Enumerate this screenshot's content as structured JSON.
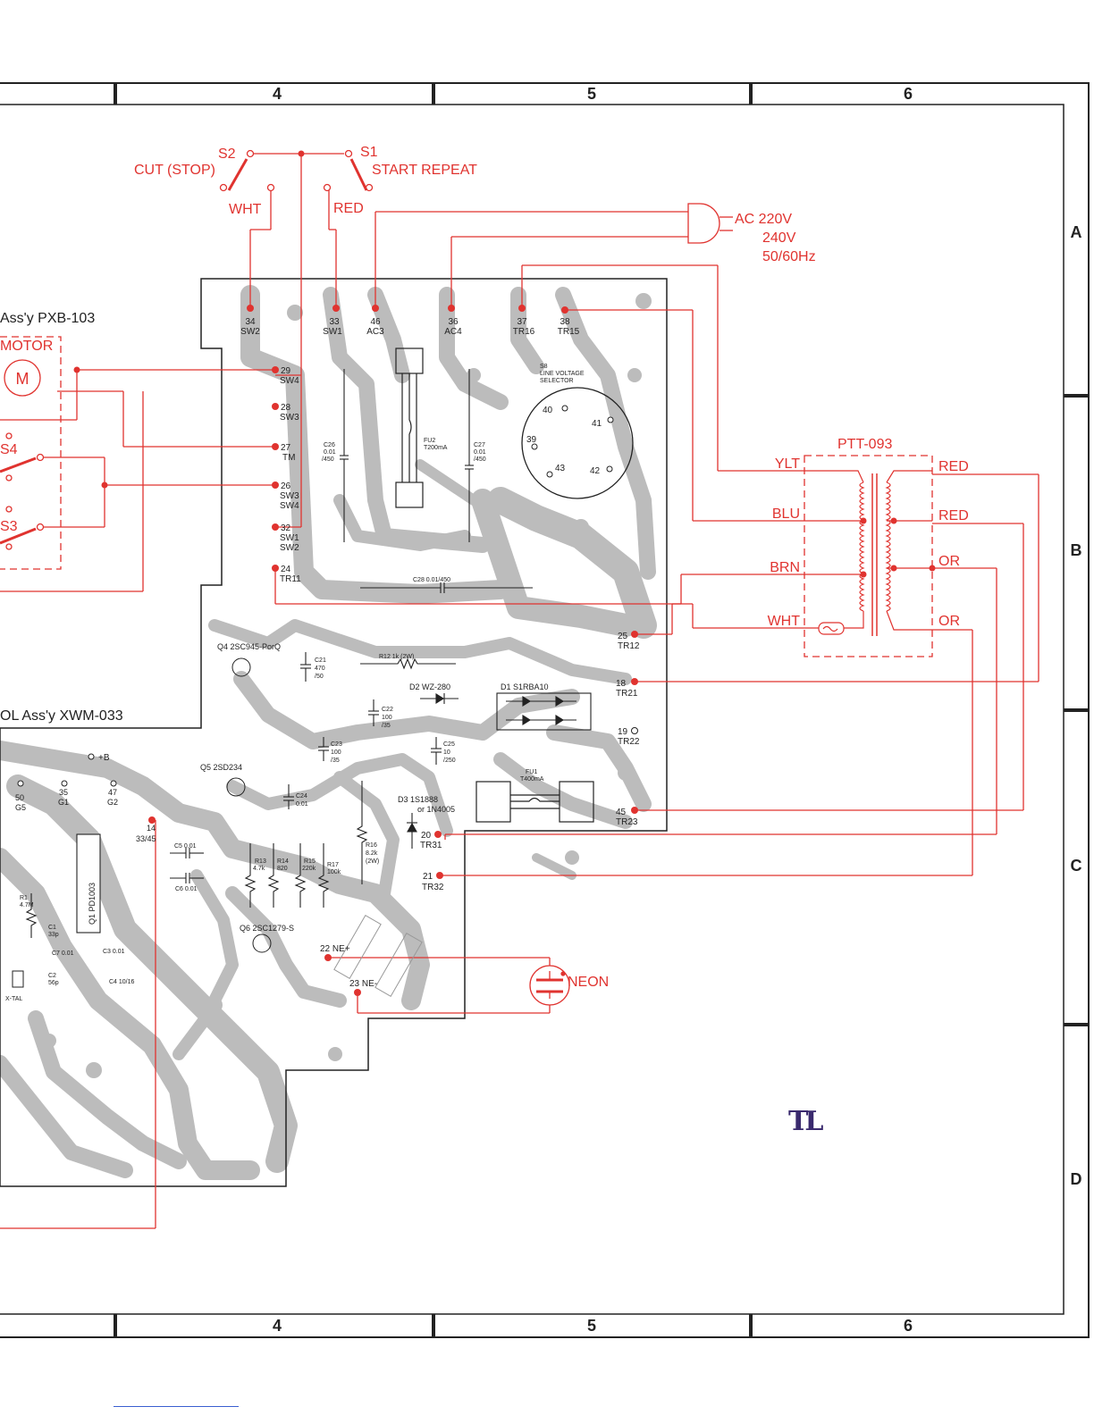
{
  "colors": {
    "wire": "#e0332f",
    "pcb": "#bcbcbc",
    "frame": "#222222",
    "signature": "#3a2a6e"
  },
  "frame": {
    "columns": [
      "4",
      "5",
      "6"
    ],
    "rows": [
      "A",
      "B",
      "C",
      "D"
    ]
  },
  "switches": {
    "s2": "S2",
    "s2_label": "CUT (STOP)",
    "s1": "S1",
    "s1_label": "START REPEAT",
    "wht": "WHT",
    "red": "RED"
  },
  "ac": {
    "line1": "AC 220V",
    "line2": "240V",
    "line3": "50/60Hz"
  },
  "left_panel": {
    "assy": "Ass'y PXB-103",
    "motor": "MOTOR",
    "m": "M",
    "s4": "S4",
    "s3": "S3",
    "control": "OL Ass'y XWM-033"
  },
  "top_pins": [
    {
      "num": "34",
      "name": "SW2"
    },
    {
      "num": "33",
      "name": "SW1"
    },
    {
      "num": "46",
      "name": "AC3"
    },
    {
      "num": "36",
      "name": "AC4"
    },
    {
      "num": "37",
      "name": "TR16"
    },
    {
      "num": "38",
      "name": "TR15"
    }
  ],
  "left_pins": [
    {
      "num": "29",
      "name": "SW4"
    },
    {
      "num": "28",
      "name": "SW3"
    },
    {
      "num": "27",
      "name": "TM"
    },
    {
      "num": "26",
      "name": "SW3",
      "name2": "SW4"
    },
    {
      "num": "32",
      "name": "SW1",
      "name2": "SW2"
    },
    {
      "num": "24",
      "name": "TR11"
    }
  ],
  "right_pins": [
    {
      "num": "25",
      "name": "TR12"
    },
    {
      "num": "18",
      "name": "TR21"
    },
    {
      "num": "19",
      "name": "TR22"
    },
    {
      "num": "45",
      "name": "TR23"
    },
    {
      "num": "20",
      "name": "TR31"
    },
    {
      "num": "21",
      "name": "TR32"
    }
  ],
  "selector": {
    "title1": "S8",
    "title2": "LINE VOLTAGE",
    "title3": "SELECTOR",
    "p40": "40",
    "p41": "41",
    "p39": "39",
    "p43": "43",
    "p42": "42"
  },
  "components": {
    "fu2": "FU2",
    "fu2v": "T200mA",
    "c26": "C26",
    "c26a": "0.01",
    "c26b": "/450",
    "c27": "C27",
    "c27a": "0.01",
    "c27b": "/450",
    "c28": "C28 0.01/450",
    "q4": "Q4 2SC945-PorQ",
    "c21": "C21",
    "c21a": "470",
    "c21b": "/50",
    "r12": "R12 1k (2W)",
    "d2": "D2 WZ-280",
    "d1": "D1 S1RBA10",
    "c22": "C22",
    "c22a": "100",
    "c22b": "/35",
    "c23": "C23",
    "c23a": "100",
    "c23b": "/35",
    "c25": "C25",
    "c25a": "10",
    "c25b": "/250",
    "q5": "Q5 2SD234",
    "c24": "C24",
    "c24a": "0.01",
    "fu1": "FU1",
    "fu1v": "T400mA",
    "d3": "D3 1S1888",
    "d3b": "or 1N4005",
    "r16": "R16",
    "r16a": "8.2k",
    "r16b": "(2W)",
    "r13": "R13",
    "r13a": "4.7k",
    "r14": "R14",
    "r14a": "820",
    "r15": "R15",
    "r15a": "220k",
    "r17": "R17",
    "r17a": "100k",
    "q6": "Q6 2SC1279-S",
    "c5": "C5 0.01",
    "c6": "C6 0.01",
    "q1": "Q1 PD1003",
    "r1": "R1",
    "r1a": "4.7M",
    "c1": "C1",
    "c1a": "33p",
    "c7": "C7 0.01",
    "c3": "C3 0.01",
    "c4": "C4 10/16",
    "c2": "C2",
    "c2a": "56p",
    "xtal": "X-TAL",
    "plusb": "+B",
    "p50": "50",
    "g5": "G5",
    "p35": "35",
    "g1": "G1",
    "p47": "47",
    "g2": "G2",
    "p14": "14",
    "p3345": "33/45",
    "ne_plus": "22 NE+",
    "ne_minus": "23 NE-"
  },
  "transformer": {
    "name": "PTT-093",
    "left": [
      "YLT",
      "BLU",
      "BRN",
      "WHT"
    ],
    "right": [
      "RED",
      "RED",
      "OR",
      "OR"
    ]
  },
  "neon": "NEON",
  "signature": "TL"
}
